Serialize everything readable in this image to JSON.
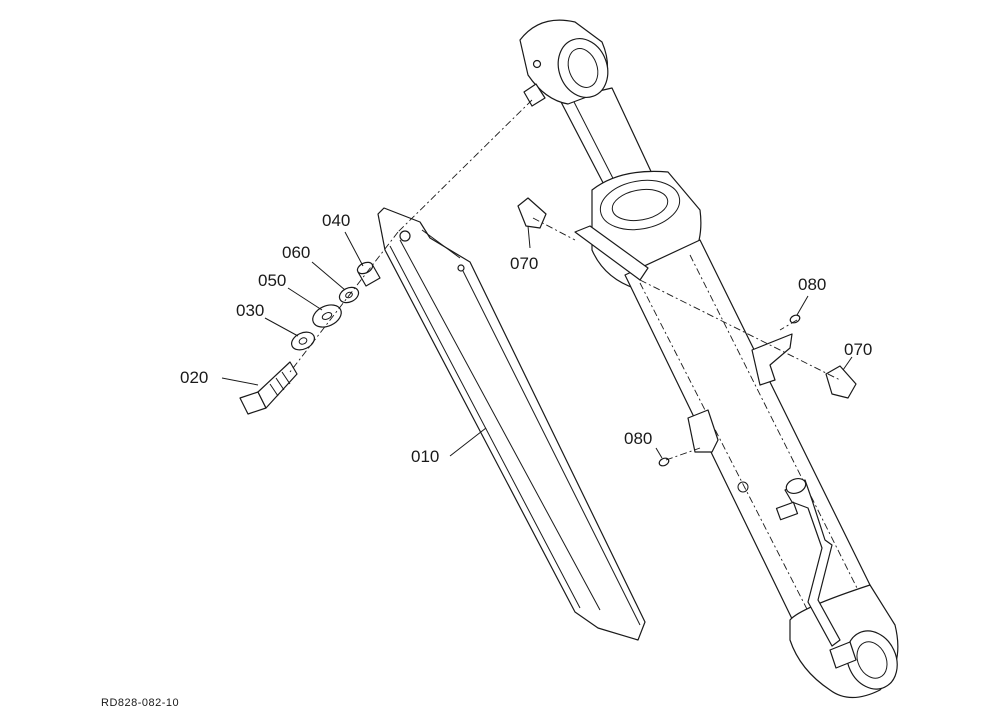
{
  "diagram": {
    "labels": [
      {
        "id": "p010",
        "text": "010"
      },
      {
        "id": "p020",
        "text": "020"
      },
      {
        "id": "p030",
        "text": "030"
      },
      {
        "id": "p050",
        "text": "050"
      },
      {
        "id": "p060",
        "text": "060"
      },
      {
        "id": "p040",
        "text": "040"
      },
      {
        "id": "p070a",
        "text": "070"
      },
      {
        "id": "p070b",
        "text": "070"
      },
      {
        "id": "p080a",
        "text": "080"
      },
      {
        "id": "p080b",
        "text": "080"
      }
    ],
    "drawing_code": "RD828-082-10"
  }
}
